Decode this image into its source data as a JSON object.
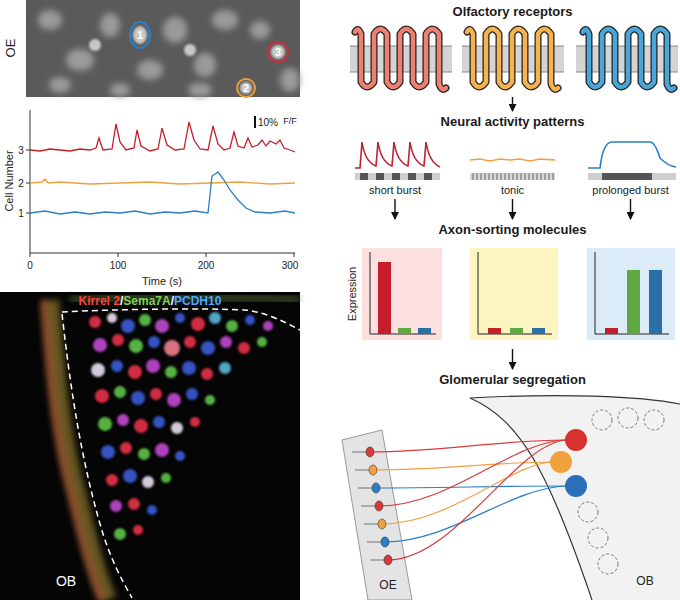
{
  "diagram": {
    "nodes": [
      {
        "text": [
          "Olfactory receptors"
        ]
      },
      {
        "text": [
          "Neural activity patterns"
        ]
      },
      {
        "text": [
          "short burst"
        ]
      },
      {
        "text": [
          "tonic"
        ]
      },
      {
        "text": [
          "prolonged burst"
        ]
      },
      {
        "text": [
          "Axon-sorting molecules"
        ]
      },
      {
        "text": [
          "Glomerular segregation"
        ]
      }
    ],
    "edges": [
      {
        "from": 0,
        "to": 1,
        "arrow": "to"
      },
      {
        "from": 2,
        "to": 5,
        "arrow": "to"
      },
      {
        "from": 3,
        "to": 5,
        "arrow": "to"
      },
      {
        "from": 4,
        "to": 5,
        "arrow": "to"
      },
      {
        "from": 5,
        "to": 6,
        "arrow": "to"
      }
    ],
    "labels": [
      "OE",
      "1",
      "2",
      "3",
      "10%",
      "F/F",
      "3",
      "2",
      "1",
      "Cell Number",
      "0",
      "100",
      "200",
      "300",
      "Time (s)",
      "Kirrel 2",
      "/",
      "Sema7A",
      "/",
      "PCDH10",
      "OB",
      "Expression",
      "OE",
      "OB"
    ]
  }
}
